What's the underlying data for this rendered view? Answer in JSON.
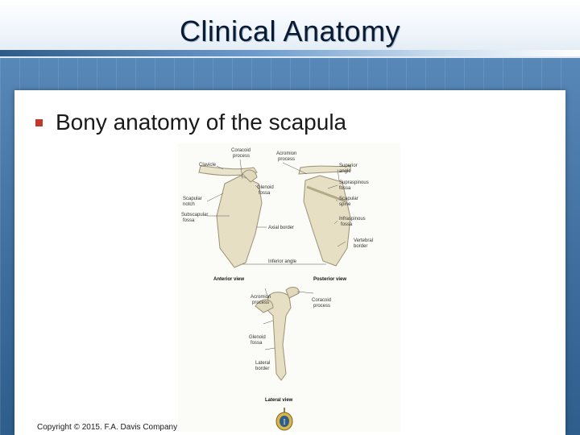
{
  "slide": {
    "title": "Clinical Anatomy",
    "bullet": "Bony anatomy of the scapula",
    "copyright": "Copyright © 2015. F.A. Davis Company"
  },
  "figure": {
    "labels": {
      "coracoid_process": [
        "Coracoid",
        "process"
      ],
      "acromion_process": [
        "Acromion",
        "process"
      ],
      "clavicle": "Clavicle",
      "superior_angle": [
        "Superior",
        "angle"
      ],
      "glenoid_fossa": [
        "Glenoid",
        "fossa"
      ],
      "supraspinous_fossa": [
        "Supraspinous",
        "fossa"
      ],
      "scapular_notch": [
        "Scapular",
        "notch"
      ],
      "scapular_spine": [
        "Scapular",
        "spine"
      ],
      "subscapular_fossa": [
        "Subscapular",
        "fossa"
      ],
      "axial_border": "Axial border",
      "infraspinous_fossa": [
        "Infraspinous",
        "fossa"
      ],
      "vertebral_border": [
        "Vertebral",
        "border"
      ],
      "inferior_angle": "Inferior angle",
      "anterior_view": "Anterior view",
      "posterior_view": "Posterior view",
      "lat_acromion_process": [
        "Acromion",
        "process"
      ],
      "lat_coracoid_process": [
        "Coracoid",
        "process"
      ],
      "lat_glenoid_fossa": [
        "Glenoid",
        "fossa"
      ],
      "lateral_border": [
        "Lateral",
        "border"
      ],
      "lateral_view": "Lateral view"
    }
  },
  "colors": {
    "accent_bullet": "#c0392b",
    "bone_fill": "#e6dfc4",
    "bone_stroke": "#9b9273"
  }
}
